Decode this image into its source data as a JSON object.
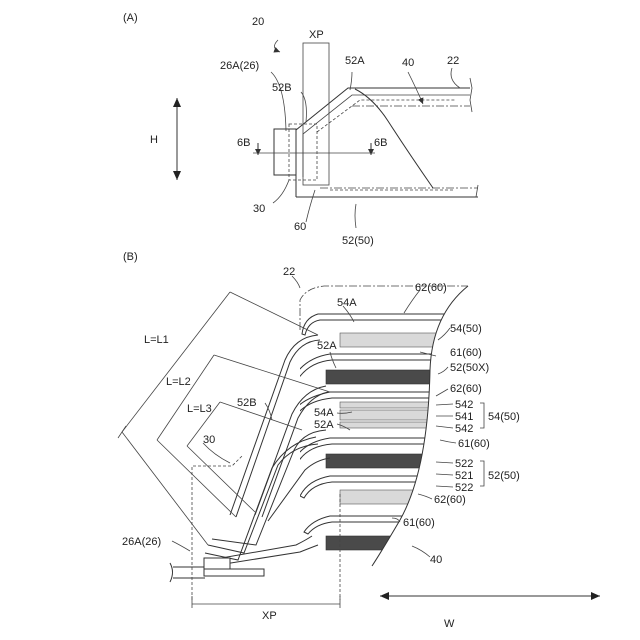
{
  "panel_a": {
    "label": "(A)",
    "ref_20": "20",
    "ref_xp": "XP",
    "ref_26a": "26A(26)",
    "ref_52a": "52A",
    "ref_40": "40",
    "ref_22": "22",
    "ref_52b": "52B",
    "ref_h": "H",
    "ref_6b_left": "6B",
    "ref_6b_right": "6B",
    "ref_30": "30",
    "ref_60": "60",
    "ref_52_50": "52(50)"
  },
  "panel_b": {
    "label": "(B)",
    "ref_22": "22",
    "ref_62_top": "62(60)",
    "ref_54a_top": "54A",
    "ref_54_50": "54(50)",
    "ref_l1": "L=L1",
    "ref_52a_top": "52A",
    "ref_61_a": "61(60)",
    "ref_52_50x": "52(50X)",
    "ref_l2": "L=L2",
    "ref_62_mid": "62(60)",
    "ref_52b": "52B",
    "ref_l3": "L=L3",
    "ref_54a_mid": "54A",
    "ref_52a_mid": "52A",
    "ref_542_a": "542",
    "ref_541": "541",
    "ref_542_b": "542",
    "ref_54_50_group": "54(50)",
    "ref_30": "30",
    "ref_61_b": "61(60)",
    "ref_522_a": "522",
    "ref_521": "521",
    "ref_522_b": "522",
    "ref_52_50_group": "52(50)",
    "ref_62_low": "62(60)",
    "ref_61_c": "61(60)",
    "ref_26a": "26A(26)",
    "ref_40": "40",
    "ref_xp": "XP",
    "ref_w": "W"
  }
}
